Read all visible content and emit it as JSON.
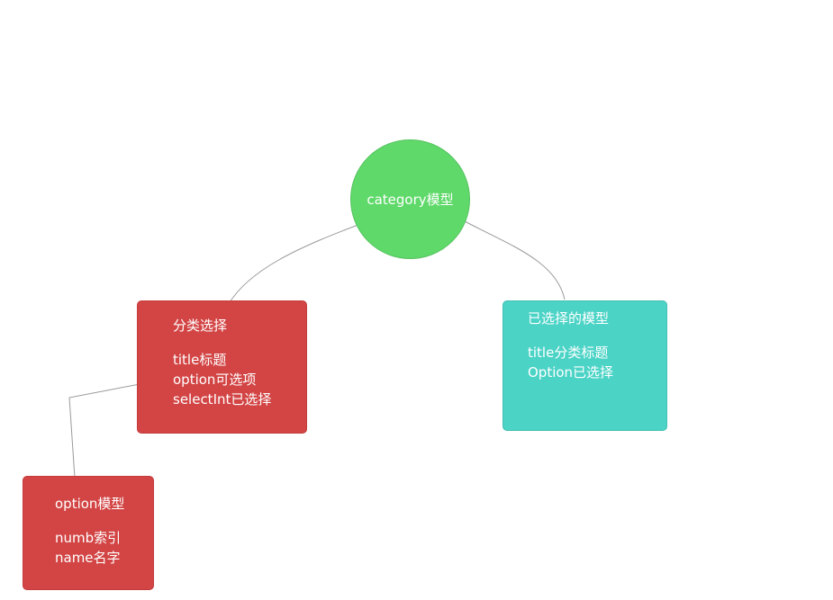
{
  "nodes": {
    "category": {
      "title": "category模型",
      "color": "#5fd96a"
    },
    "classify": {
      "title": "分类选择",
      "fields": [
        "title标题",
        "option可选项",
        "selectInt已选择"
      ],
      "color": "#d34545"
    },
    "selected": {
      "title": "已选择的模型",
      "fields": [
        "title分类标题",
        "Option已选择"
      ],
      "color": "#4bd3c6"
    },
    "option": {
      "title": "option模型",
      "fields": [
        "numb索引",
        "name名字"
      ],
      "color": "#d34545"
    }
  },
  "edges": [
    {
      "from": "category",
      "to": "classify"
    },
    {
      "from": "category",
      "to": "selected"
    },
    {
      "from": "classify",
      "to": "option"
    }
  ]
}
